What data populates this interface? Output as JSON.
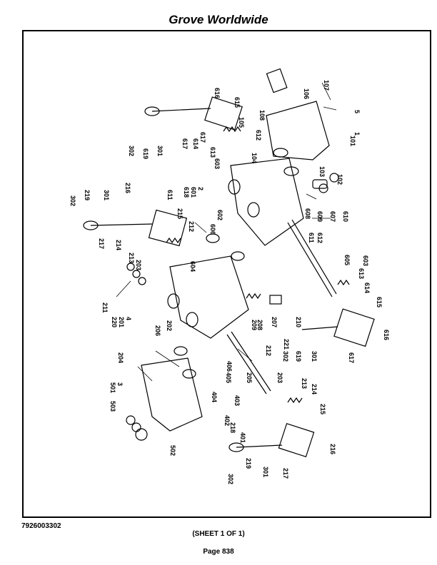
{
  "header": {
    "title": "Grove Worldwide"
  },
  "footer": {
    "part_number": "7926003302",
    "sheet": "(SHEET 1 OF 1)",
    "page": "Page 838"
  },
  "callouts": [
    {
      "text": "107"
    },
    {
      "text": "106"
    },
    {
      "text": "5"
    },
    {
      "text": "108"
    },
    {
      "text": "101"
    },
    {
      "text": "1"
    },
    {
      "text": "616"
    },
    {
      "text": "615"
    },
    {
      "text": "105"
    },
    {
      "text": "612"
    },
    {
      "text": "617"
    },
    {
      "text": "614"
    },
    {
      "text": "613"
    },
    {
      "text": "603"
    },
    {
      "text": "302"
    },
    {
      "text": "619"
    },
    {
      "text": "301"
    },
    {
      "text": "617"
    },
    {
      "text": "104"
    },
    {
      "text": "103"
    },
    {
      "text": "102"
    },
    {
      "text": "618"
    },
    {
      "text": "601"
    },
    {
      "text": "2"
    },
    {
      "text": "611"
    },
    {
      "text": "216"
    },
    {
      "text": "219"
    },
    {
      "text": "302"
    },
    {
      "text": "301"
    },
    {
      "text": "215"
    },
    {
      "text": "606"
    },
    {
      "text": "602"
    },
    {
      "text": "608"
    },
    {
      "text": "609"
    },
    {
      "text": "607"
    },
    {
      "text": "610"
    },
    {
      "text": "611"
    },
    {
      "text": "612"
    },
    {
      "text": "605"
    },
    {
      "text": "603"
    },
    {
      "text": "613"
    },
    {
      "text": "614"
    },
    {
      "text": "615"
    },
    {
      "text": "616"
    },
    {
      "text": "617"
    },
    {
      "text": "217"
    },
    {
      "text": "214"
    },
    {
      "text": "213"
    },
    {
      "text": "203"
    },
    {
      "text": "212"
    },
    {
      "text": "604"
    },
    {
      "text": "211"
    },
    {
      "text": "220"
    },
    {
      "text": "201"
    },
    {
      "text": "4"
    },
    {
      "text": "202"
    },
    {
      "text": "206"
    },
    {
      "text": "208"
    },
    {
      "text": "209"
    },
    {
      "text": "207"
    },
    {
      "text": "210"
    },
    {
      "text": "221"
    },
    {
      "text": "212"
    },
    {
      "text": "302"
    },
    {
      "text": "619"
    },
    {
      "text": "301"
    },
    {
      "text": "204"
    },
    {
      "text": "406"
    },
    {
      "text": "405"
    },
    {
      "text": "205"
    },
    {
      "text": "203"
    },
    {
      "text": "213"
    },
    {
      "text": "214"
    },
    {
      "text": "215"
    },
    {
      "text": "501"
    },
    {
      "text": "3"
    },
    {
      "text": "503"
    },
    {
      "text": "404"
    },
    {
      "text": "403"
    },
    {
      "text": "402"
    },
    {
      "text": "218"
    },
    {
      "text": "401"
    },
    {
      "text": "502"
    },
    {
      "text": "216"
    },
    {
      "text": "302"
    },
    {
      "text": "219"
    },
    {
      "text": "301"
    },
    {
      "text": "217"
    }
  ]
}
